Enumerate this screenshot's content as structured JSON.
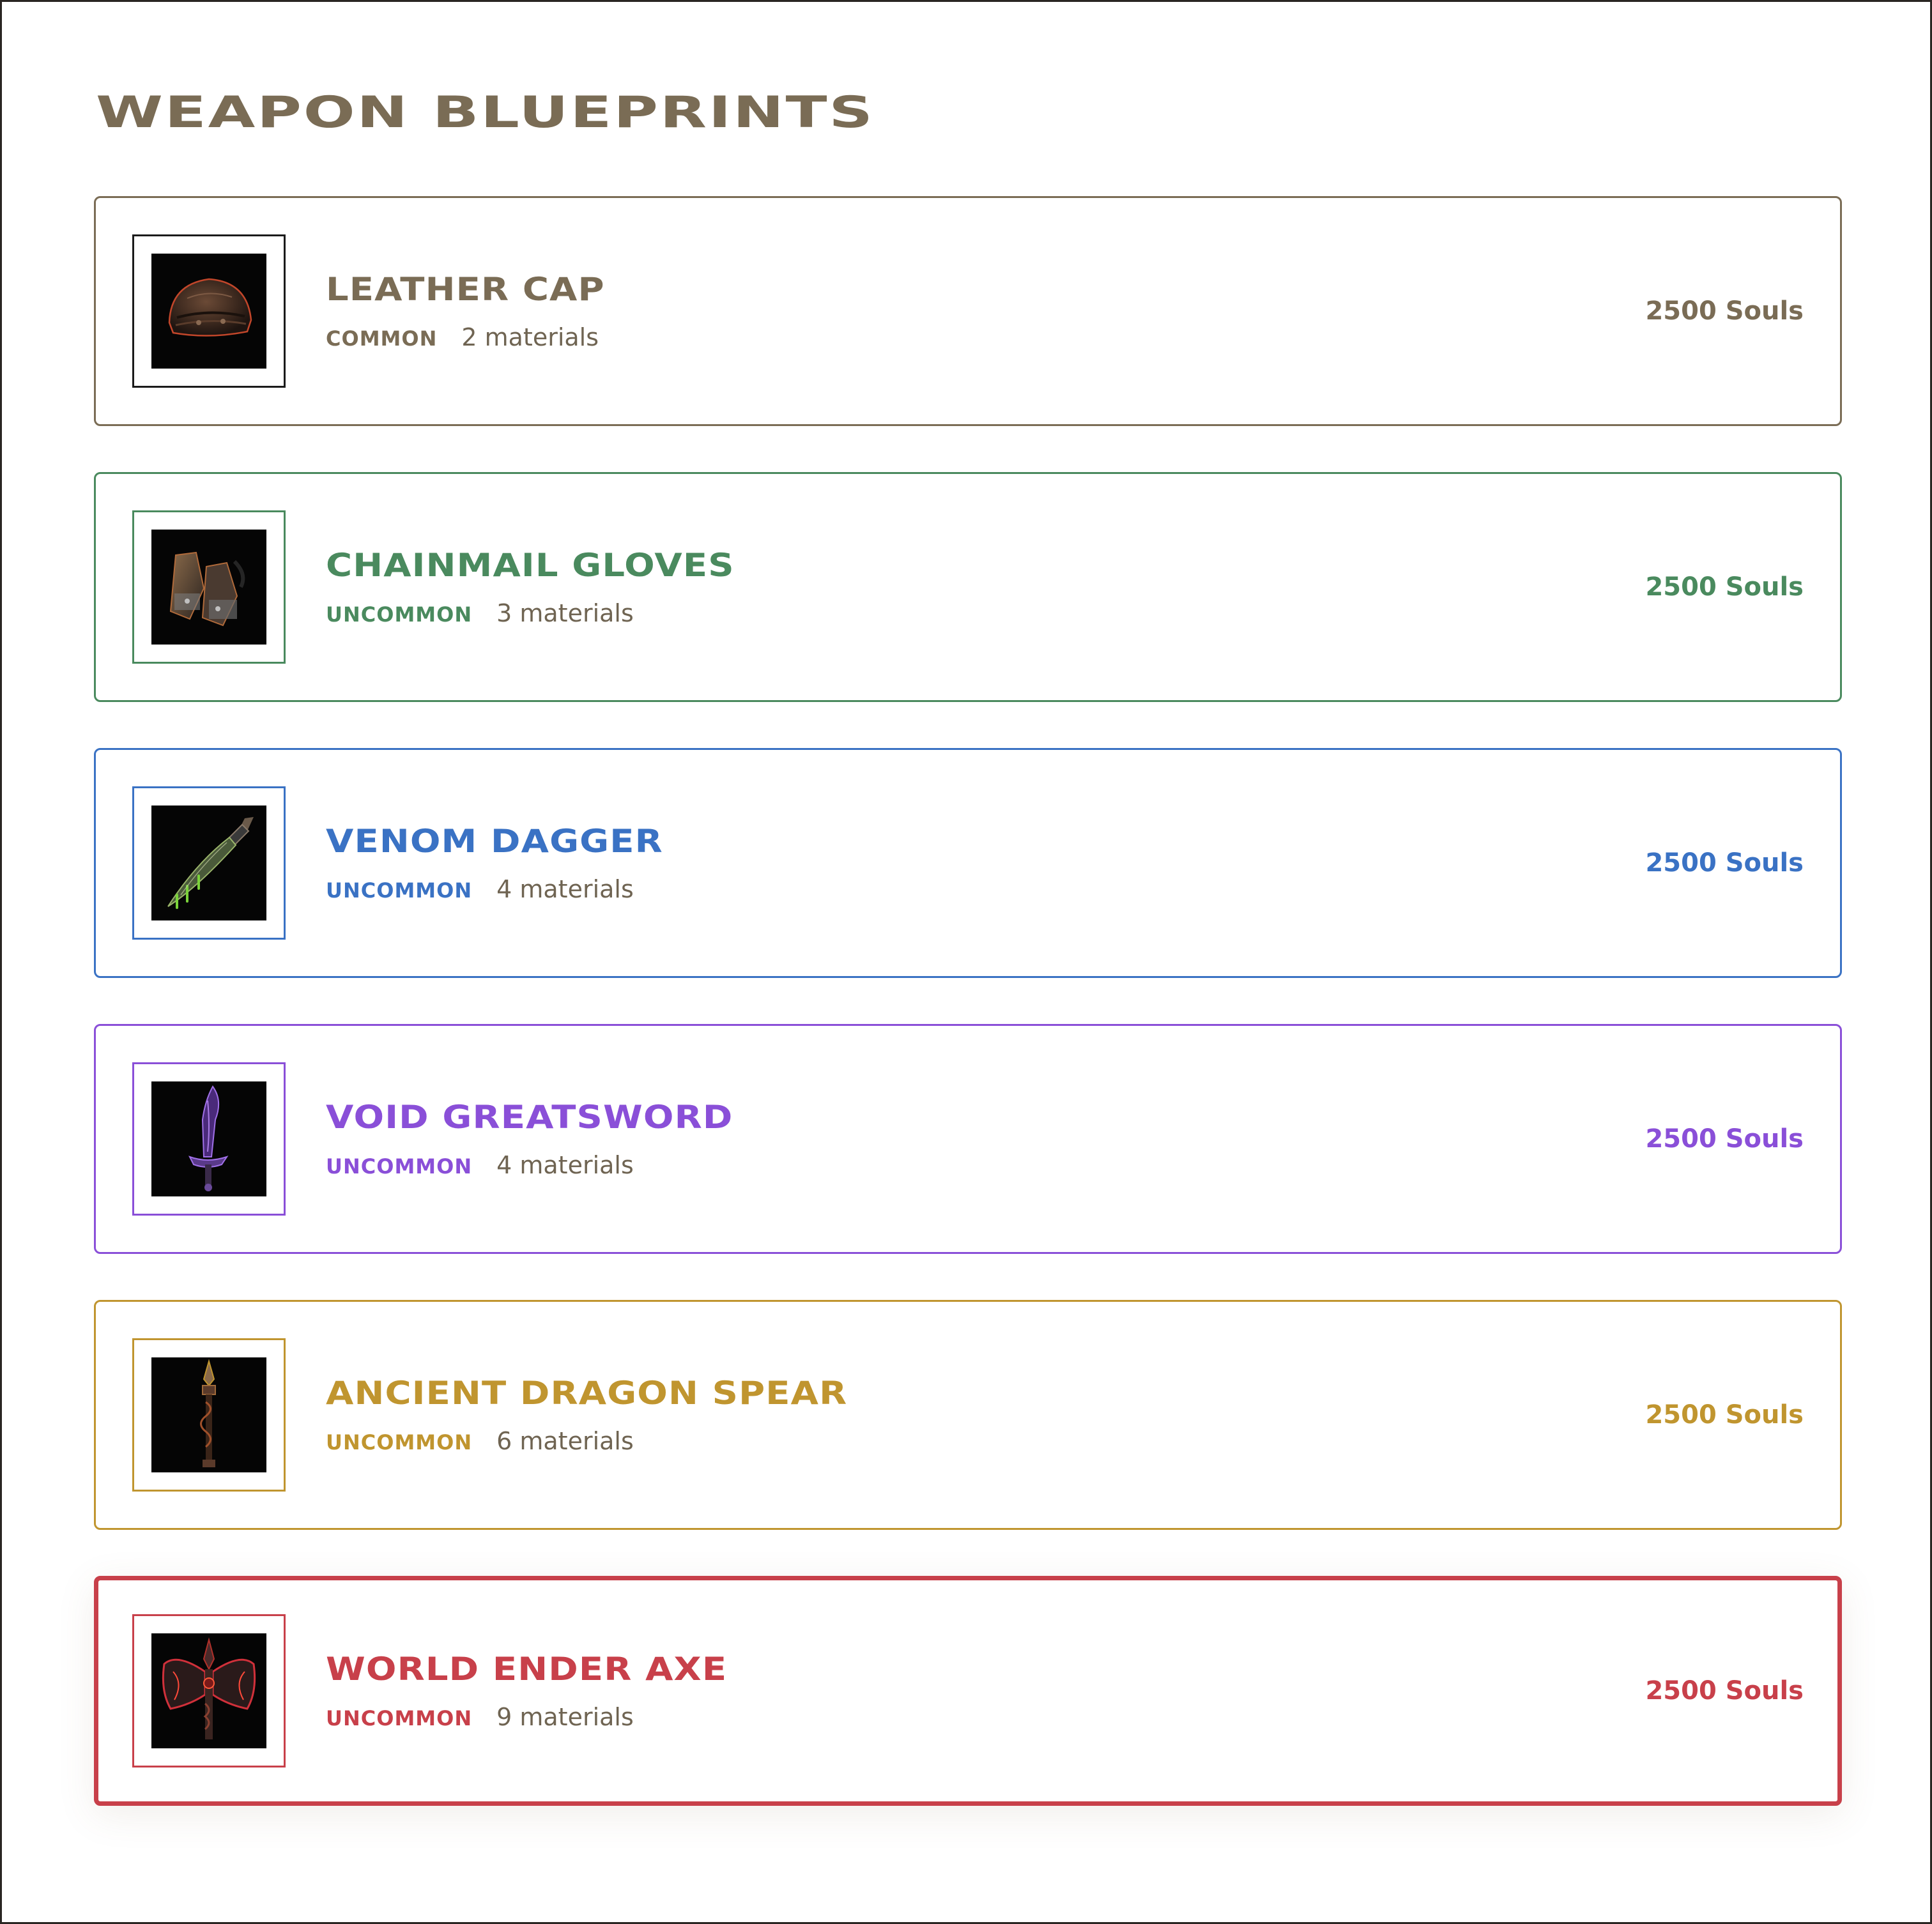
{
  "page": {
    "title": "WEAPON BLUEPRINTS"
  },
  "blueprints": [
    {
      "name": "LEATHER CAP",
      "rarity": "COMMON",
      "materials": "2 materials",
      "price": "2500 Souls",
      "icon": "leather-cap-icon",
      "color": "#7a6c55",
      "thumb_border": "#1b1b1b",
      "selected": false
    },
    {
      "name": "CHAINMAIL GLOVES",
      "rarity": "UNCOMMON",
      "materials": "3 materials",
      "price": "2500 Souls",
      "icon": "chainmail-gloves-icon",
      "color": "#4a8a5e",
      "thumb_border": "#4a8a5e",
      "selected": false
    },
    {
      "name": "VENOM DAGGER",
      "rarity": "UNCOMMON",
      "materials": "4 materials",
      "price": "2500 Souls",
      "icon": "venom-dagger-icon",
      "color": "#3a72c4",
      "thumb_border": "#3a72c4",
      "selected": false
    },
    {
      "name": "VOID GREATSWORD",
      "rarity": "UNCOMMON",
      "materials": "4 materials",
      "price": "2500 Souls",
      "icon": "void-greatsword-icon",
      "color": "#8a4fd8",
      "thumb_border": "#8a4fd8",
      "selected": false
    },
    {
      "name": "ANCIENT DRAGON SPEAR",
      "rarity": "UNCOMMON",
      "materials": "6 materials",
      "price": "2500 Souls",
      "icon": "ancient-dragon-spear-icon",
      "color": "#c0952f",
      "thumb_border": "#c0952f",
      "selected": false
    },
    {
      "name": "WORLD ENDER AXE",
      "rarity": "UNCOMMON",
      "materials": "9 materials",
      "price": "2500 Souls",
      "icon": "world-ender-axe-icon",
      "color": "#c8404a",
      "thumb_border": "#c8404a",
      "selected": true
    }
  ],
  "colors": {
    "materials_text": "#6f6452",
    "frame": "#2a2622",
    "title": "#7a6c55"
  }
}
